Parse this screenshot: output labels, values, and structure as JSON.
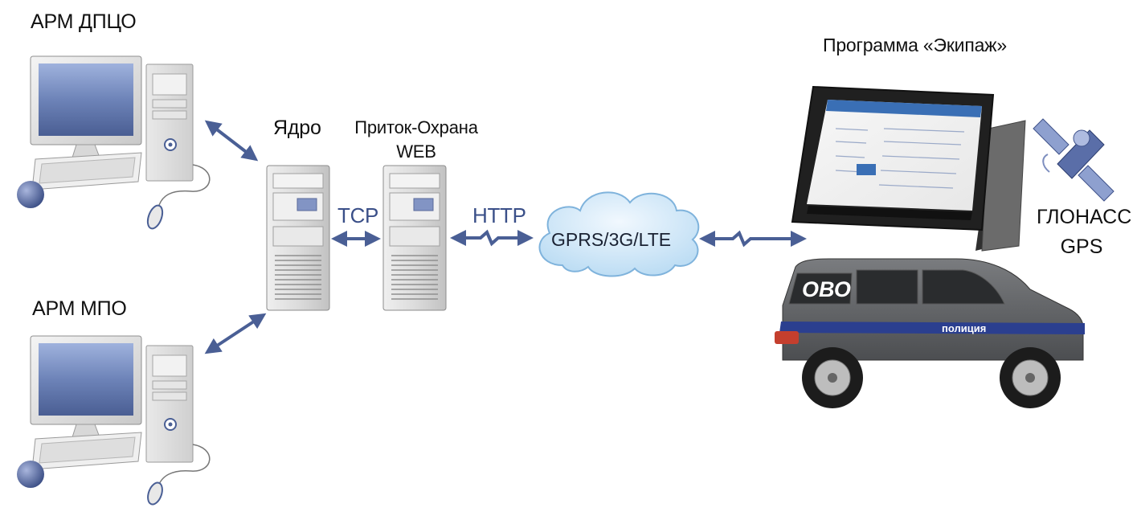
{
  "nodes": {
    "arm_dpco": "АРМ ДПЦО",
    "arm_mpo": "АРМ МПО",
    "core": "Ядро",
    "web_server_line1": "Приток-Охрана",
    "web_server_line2": "WEB",
    "cloud": "GPRS/3G/LTE",
    "tablet_app": "Программа «Экипаж»",
    "glonass_line1": "ГЛОНАСС",
    "glonass_line2": "GPS",
    "car_label": "ОВО",
    "car_stripe": "полиция"
  },
  "links": {
    "tcp": "TCP",
    "http": "HTTP"
  },
  "colors": {
    "arrow": "#4a5f95",
    "cloud_fill": "#cfe6f7",
    "cloud_stroke": "#7fb3dc",
    "server_body": "#dcdcdc",
    "car_body": "#5f6163",
    "car_stripe": "#2b3f8f",
    "screen": "#7e94c4"
  }
}
